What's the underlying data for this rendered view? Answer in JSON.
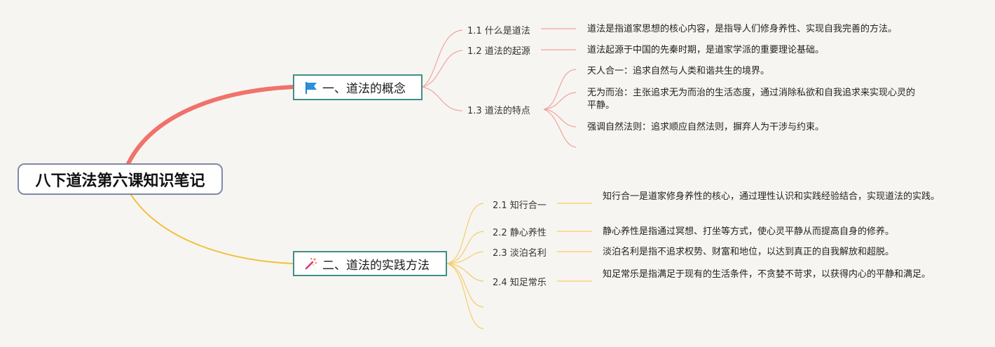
{
  "root": {
    "title": "八下道法第六课知识笔记"
  },
  "branches": [
    {
      "title": "一、道法的概念",
      "icon": "flag-icon",
      "color": "#f0726a",
      "items": [
        {
          "label": "1.1 什么是道法",
          "details": [
            "道法是指道家思想的核心内容，是指导人们修身养性、实现自我完善的方法。"
          ]
        },
        {
          "label": "1.2 道法的起源",
          "details": [
            "道法起源于中国的先秦时期，是道家学派的重要理论基础。"
          ]
        },
        {
          "label": "1.3 道法的特点",
          "details": [
            "天人合一：追求自然与人类和谐共生的境界。",
            "无为而治：主张追求无为而治的生活态度，通过消除私欲和自我追求来实现心灵的平静。",
            "强调自然法则：追求顺应自然法则，摒弃人为干涉与约束。"
          ]
        }
      ]
    },
    {
      "title": "二、道法的实践方法",
      "icon": "magic-wand-icon",
      "color": "#f3bf3a",
      "items": [
        {
          "label": "2.1 知行合一",
          "details": [
            "知行合一是道家修身养性的核心，通过理性认识和实践经验结合，实现道法的实践。"
          ]
        },
        {
          "label": "2.2 静心养性",
          "details": [
            "静心养性是指通过冥想、打坐等方式，使心灵平静从而提高自身的修养。"
          ]
        },
        {
          "label": "2.3 淡泊名利",
          "details": [
            "淡泊名利是指不追求权势、财富和地位，以达到真正的自我解放和超脱。"
          ]
        },
        {
          "label": "2.4 知足常乐",
          "details": [
            "知足常乐是指满足于现有的生活条件，不贪婪不苛求，以获得内心的平静和满足。"
          ]
        }
      ]
    }
  ]
}
